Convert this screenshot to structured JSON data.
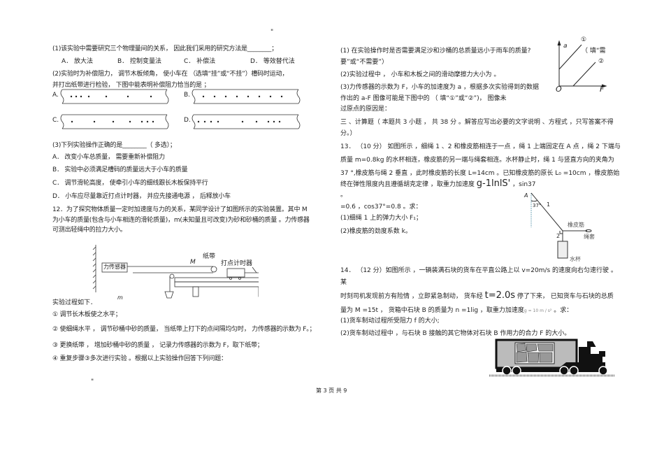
{
  "header_mark": "\"",
  "left": {
    "q1": "(1)该实验中需要研究三个物理量间的关系， 因此我们采用的研究方法是________；",
    "q1_options": [
      "A． 放大法",
      "B． 控制变量法",
      "C． 补偿法",
      "D． 等效替代法"
    ],
    "q2_line1": "(2)实验时为补偿阻力， 调节木板倾角， 使小车在                （选填“挂”或“不挂”）槽码时运动，",
    "q2_line2": "并打出纸带进行检验， 下图中能表明补偿阻力恰当的是                ；",
    "tape_labels": [
      "A.",
      "B.",
      "C.",
      "D."
    ],
    "q3": "(3)下列实验操作正确的是________（ 多选）；",
    "q3_options": [
      "A． 改变小车总质量， 需要重新补偿阻力",
      "B． 实验中必须满足槽码的质量远大于小车的质量",
      "C． 调节滑轮高度， 使牵引小车的细线跟长木板保持平行",
      "D． 小车应尽量靠近打点计时器， 并应先接通电源 ， 后释放小车"
    ],
    "q12_lines": [
      "12．为了探究物体质量一定时加速度与力的关系，某同学设计了如图所示的实验装置。其中 M",
      "为小车的质量(包含与小车相连的滑轮质量)，m(未知量且可改变)为砂和砂桶的质量 。力传感器",
      "可测出轻绳中的拉力大小。"
    ],
    "diagram_labels": {
      "sensor": "力传感器",
      "car": "M",
      "tape": "纸带",
      "timer": "打点计时器",
      "bucket": "m"
    },
    "process_title": "实验过程如下．",
    "steps": [
      "① 调节长木板使之水平；",
      "② 使细绳水平 ， 调节砂桶中砂的质量， 当纸带上打下的点间隔均匀时， 力传感器的示数为 F。；",
      "③ 更换纸带 ， 增加砂桶中砂的质量 ， 记录力传感器的示数为 F，取下纸带；",
      "④ 重复步骤③多次进行实验 。根据以上实验操作回答下列问题："
    ],
    "stray_mark": "\""
  },
  "right": {
    "q1_line1": "(1)  在实验操作时是否需要满足沙和沙桶的总质量远小于雨车的质量?",
    "q1_tail": "（ 填“需",
    "q1_line2": "要”或“不需要”）",
    "q2": "(2)实验过程中 ， 小车和木板之间的滑动摩擦力大小为                     。",
    "q3_lines": [
      "(3)力传感器的示数为 F，小车的加速度为 a ，根据多次实验得到的数据",
      "作出的 a-F 图像可能是下图中的                 （ 填“①”或“②”)， 图像未",
      "过原点的原因是："
    ],
    "graph_labels": {
      "y": "a",
      "x": "F",
      "origin": "O",
      "line1": "①",
      "line2": "②"
    },
    "section3_lines": [
      "三 、计算题（ 本题共 3 小题 ， 共 38 分 。解答应写出必要的文字说明 、方程式 ，只写答案不得",
      "分。）"
    ],
    "q13_lines": [
      "13． （10 分） 如图所示 ，细绳 1 、2 和橡皮筋相连于一点 ，绳 1 上端固定在 A 点 ，绳 2 下端与",
      "质量 m=0.8kg 的水杯相连，橡皮筋的另一端与绳套相连。水杯静止时，绳 1 与竖直方向的夹角为",
      "37 °,橡皮筋与绳 2 垂直 ，此时橡皮筋的长度 L=14cm 。已知橡皮筋的原长 L₀ =10cm ，橡皮筋始"
    ],
    "q13_line4_a": "终在弹性限度内且遵循胡克定律 ，取重力加速度",
    "q13_line4_g": "g-1lnlS'",
    "q13_line4_b": "，sin37",
    "q13_line5": "。",
    "q13_line6": "=0.6 ，cos37°=0.8 。求：",
    "q13_sub": [
      "(1)细绳 1 上的弹力大小 F₁；",
      "(2)橡皮筋的劲度系数 k。"
    ],
    "rope_labels": {
      "A": "A",
      "angle": "37°",
      "rope1": "1",
      "rope2": "2",
      "band": "橡皮筋",
      "loop": "绳套",
      "cup": "水杯"
    },
    "q14_line1": "14． （12 分）如图所示 ，一辆装满石块的货车在平直公路上以 v=20m/s 的速度向右匀速行驶 。",
    "q14_line2": "某",
    "q14_line3_a": "时刻司机发现前方有险情 ，立即紧急制动， 货车经",
    "q14_line3_t": "t=2.0s",
    "q14_line3_b": "停了下来， 已知货车与石块的总质",
    "q14_line4_a": "量为 M =15t ， 货箱中石块 B 的质量为 n =1lig ，取重力加速度",
    "q14_line4_g": "g = 10 m / s²",
    "q14_line4_b": "。求：",
    "q14_sub": [
      "(1)货车制动过程所受阻力 f 的大小;",
      "(2)货车制动过程中 ，与石块 B 接触的其它物体对石块 B 作用力的合力 F 的大小。"
    ]
  },
  "footer": {
    "page": "第 3 页 共 9"
  }
}
